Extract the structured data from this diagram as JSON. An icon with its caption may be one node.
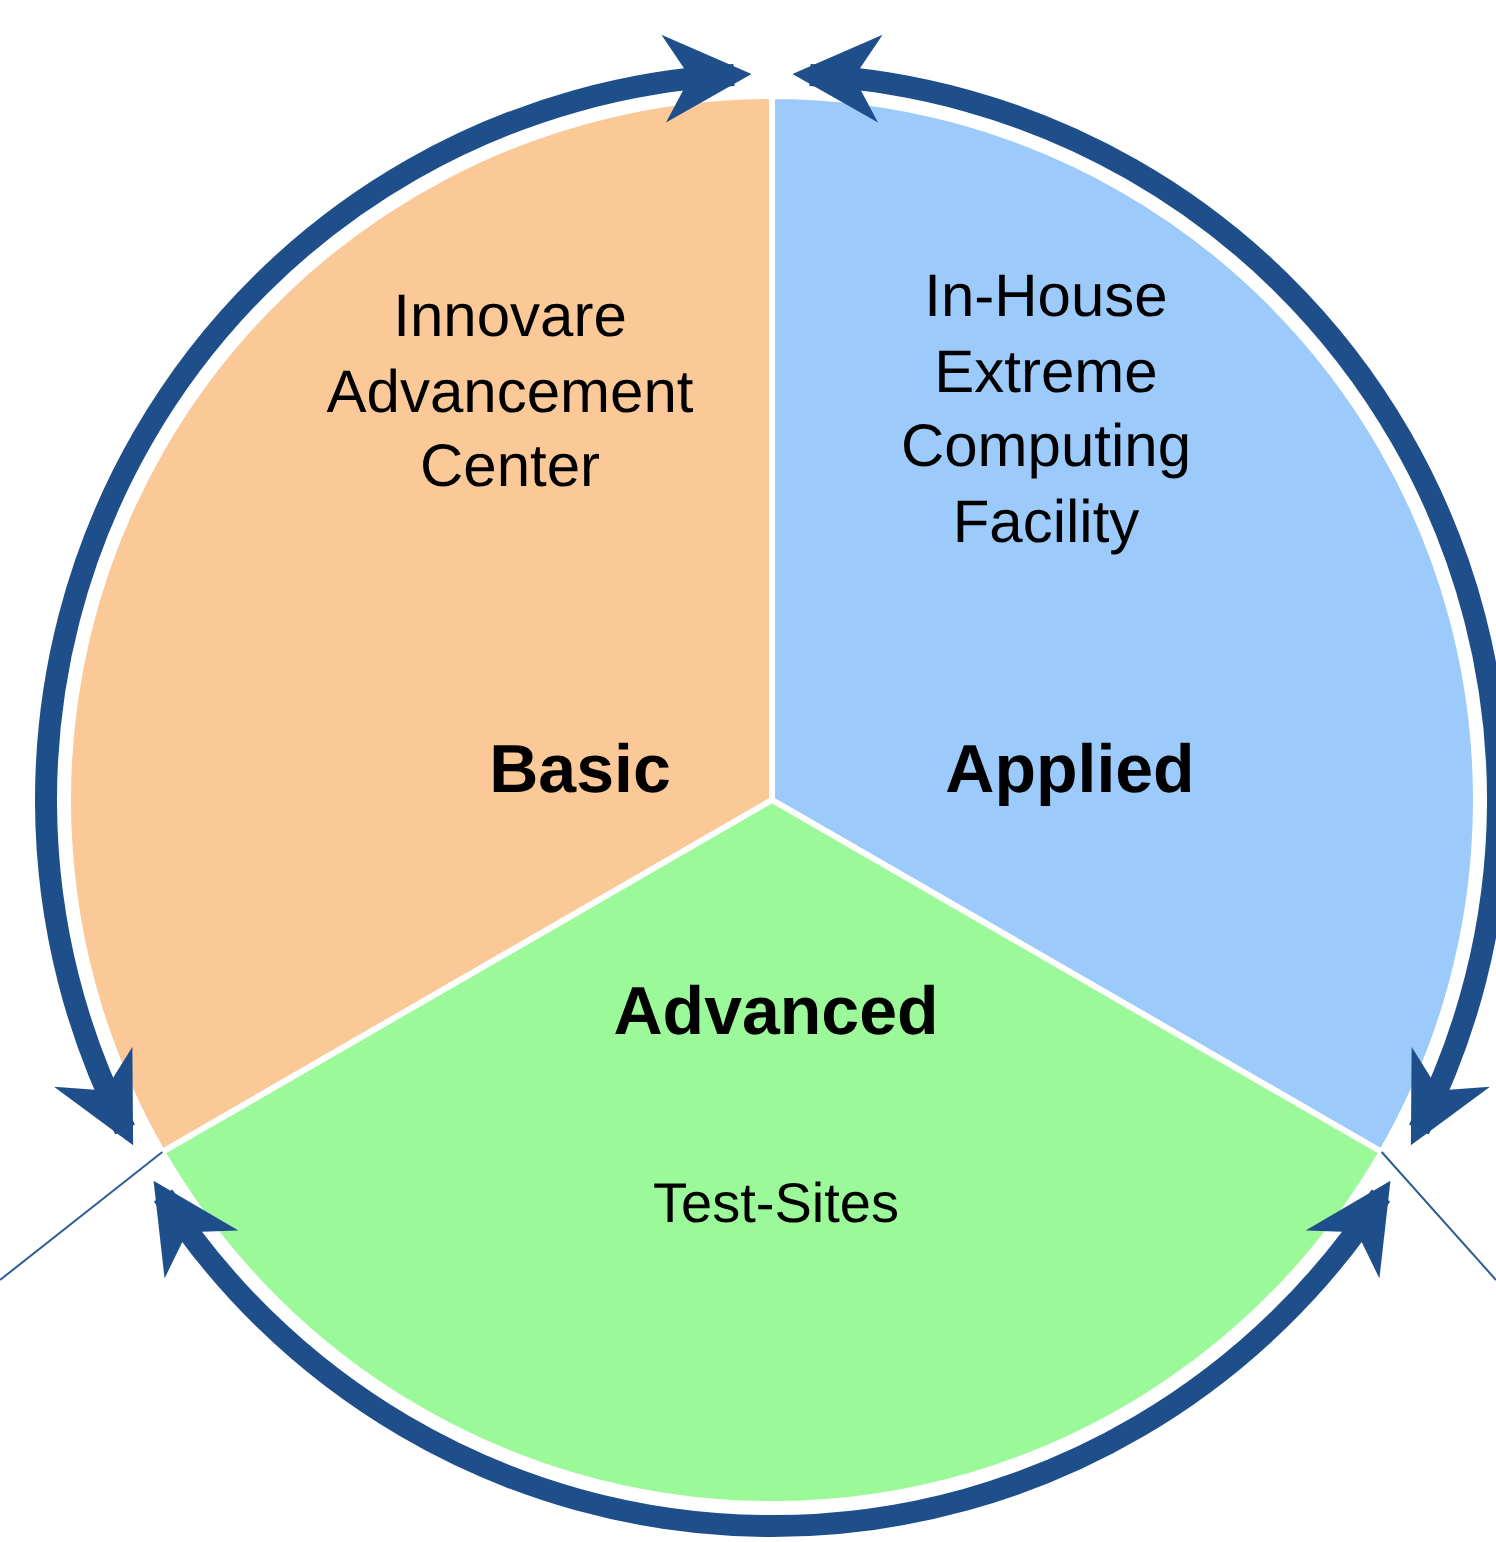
{
  "diagram": {
    "nodes": [
      {
        "text": [
          "Innovare Advancement Center",
          "Basic"
        ]
      },
      {
        "text": [
          "In-House Extreme Computing Facility",
          "Applied"
        ]
      },
      {
        "text": [
          "Advanced",
          "Test-Sites"
        ]
      }
    ],
    "edges": [
      {
        "from": 0,
        "to": 1,
        "arrow": "both"
      },
      {
        "from": 1,
        "to": 2,
        "arrow": "both"
      },
      {
        "from": 2,
        "to": 0,
        "arrow": "both"
      }
    ]
  }
}
